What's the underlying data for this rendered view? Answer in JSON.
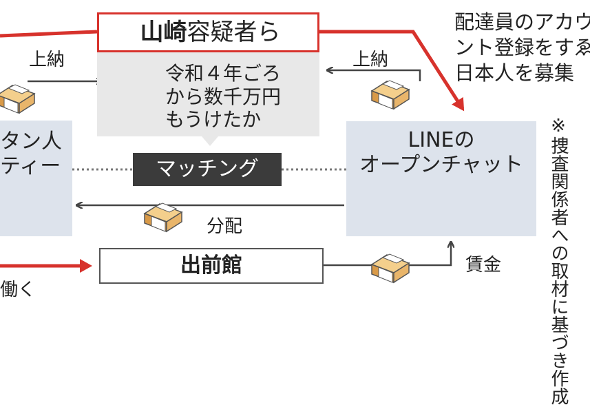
{
  "suspects": {
    "name": "山崎",
    "suffix": "容疑者ら",
    "note": "令和４年ごろ\nから数千万円\nもうけたか"
  },
  "matching": {
    "label": "マッチング"
  },
  "line_chat": {
    "title": "LINEの\nオープンチャット"
  },
  "left_group": {
    "title": "タン人\nティー"
  },
  "demaekan": {
    "label": "出前館"
  },
  "labels": {
    "tribute_left": "上納",
    "tribute_right": "上納",
    "distribution": "分配",
    "wage": "賃金",
    "work": "働く"
  },
  "recruit_note": "配達員のアカウ\nント登録をすゑ\n日本人を募集",
  "source_note": "※捜査関係者への取材に基づき作成",
  "colors": {
    "accent_red": "#d7322c",
    "panel_blue": "#dde3ec",
    "panel_gray": "#e8e8e8",
    "dark_box": "#3b3b3b",
    "money_tan": "#e9b56a"
  }
}
